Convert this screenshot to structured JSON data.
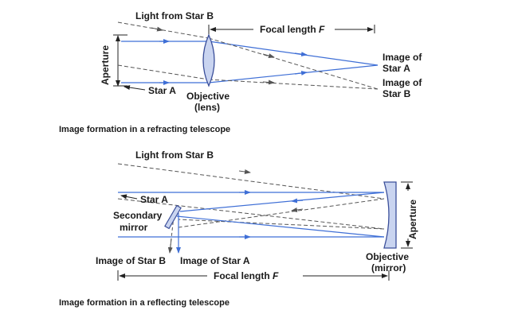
{
  "colors": {
    "ray_blue": "#3f6fd6",
    "ray_dash": "#555555",
    "optic_fill": "#c9d4f0",
    "optic_stroke": "#3b4f9a",
    "dim_line": "#222222",
    "text": "#1a1a1a"
  },
  "refracting": {
    "light_from_star_b": "Light from Star B",
    "focal_length_prefix": "Focal length ",
    "focal_length_symbol": "F",
    "aperture": "Aperture",
    "star_a": "Star A",
    "objective_line1": "Objective",
    "objective_line2": "(lens)",
    "image_a_line1": "Image of",
    "image_a_line2": "Star A",
    "image_b_line1": "Image of",
    "image_b_line2": "Star B",
    "caption": "Image formation in a refracting telescope"
  },
  "reflecting": {
    "light_from_star_b": "Light from Star B",
    "star_a": "Star A",
    "secondary_line1": "Secondary",
    "secondary_line2": "mirror",
    "image_b": "Image of Star B",
    "image_a": "Image of Star A",
    "objective_line1": "Objective",
    "objective_line2": "(mirror)",
    "aperture": "Aperture",
    "focal_length_prefix": "Focal length ",
    "focal_length_symbol": "F",
    "caption": "Image formation in a reflecting telescope"
  }
}
